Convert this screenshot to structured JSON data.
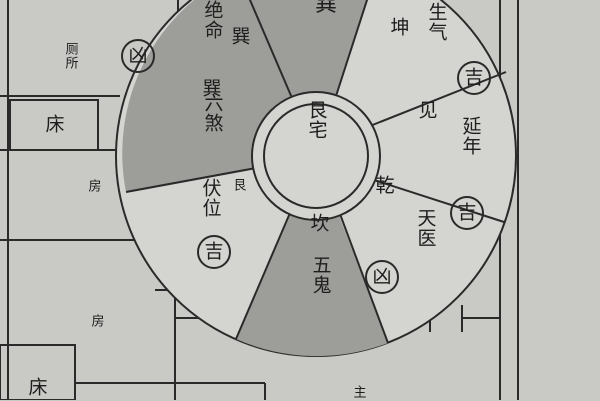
{
  "rooms": {
    "toilet": "厕所",
    "bed_top": "床",
    "room_mid": "房",
    "room_bottom": "房",
    "bed_bottom": "床",
    "master": "主"
  },
  "center": {
    "text": "艮宅"
  },
  "sectors": {
    "top": {
      "trigram": "巽",
      "name": "",
      "omen": ""
    },
    "top_left": {
      "trigram": "巽",
      "name": "绝命",
      "omen": "凶"
    },
    "left": {
      "trigram": "巽",
      "name": "六煞",
      "omen": ""
    },
    "lower_left": {
      "trigram": "艮",
      "name": "伏位",
      "omen": "吉"
    },
    "bottom": {
      "trigram": "坎",
      "name": "五鬼",
      "omen": "凶"
    },
    "lower_right": {
      "trigram": "乾",
      "name": "天医",
      "omen": "吉"
    },
    "right": {
      "trigram": "见",
      "name": "延年",
      "omen": "吉"
    },
    "top_right": {
      "trigram": "坤",
      "name": "生气",
      "omen": ""
    }
  },
  "colors": {
    "paper": "#c9cac6",
    "ink": "#2a2a2a",
    "shaded": "#9d9e9a",
    "light": "#d4d5d1"
  }
}
